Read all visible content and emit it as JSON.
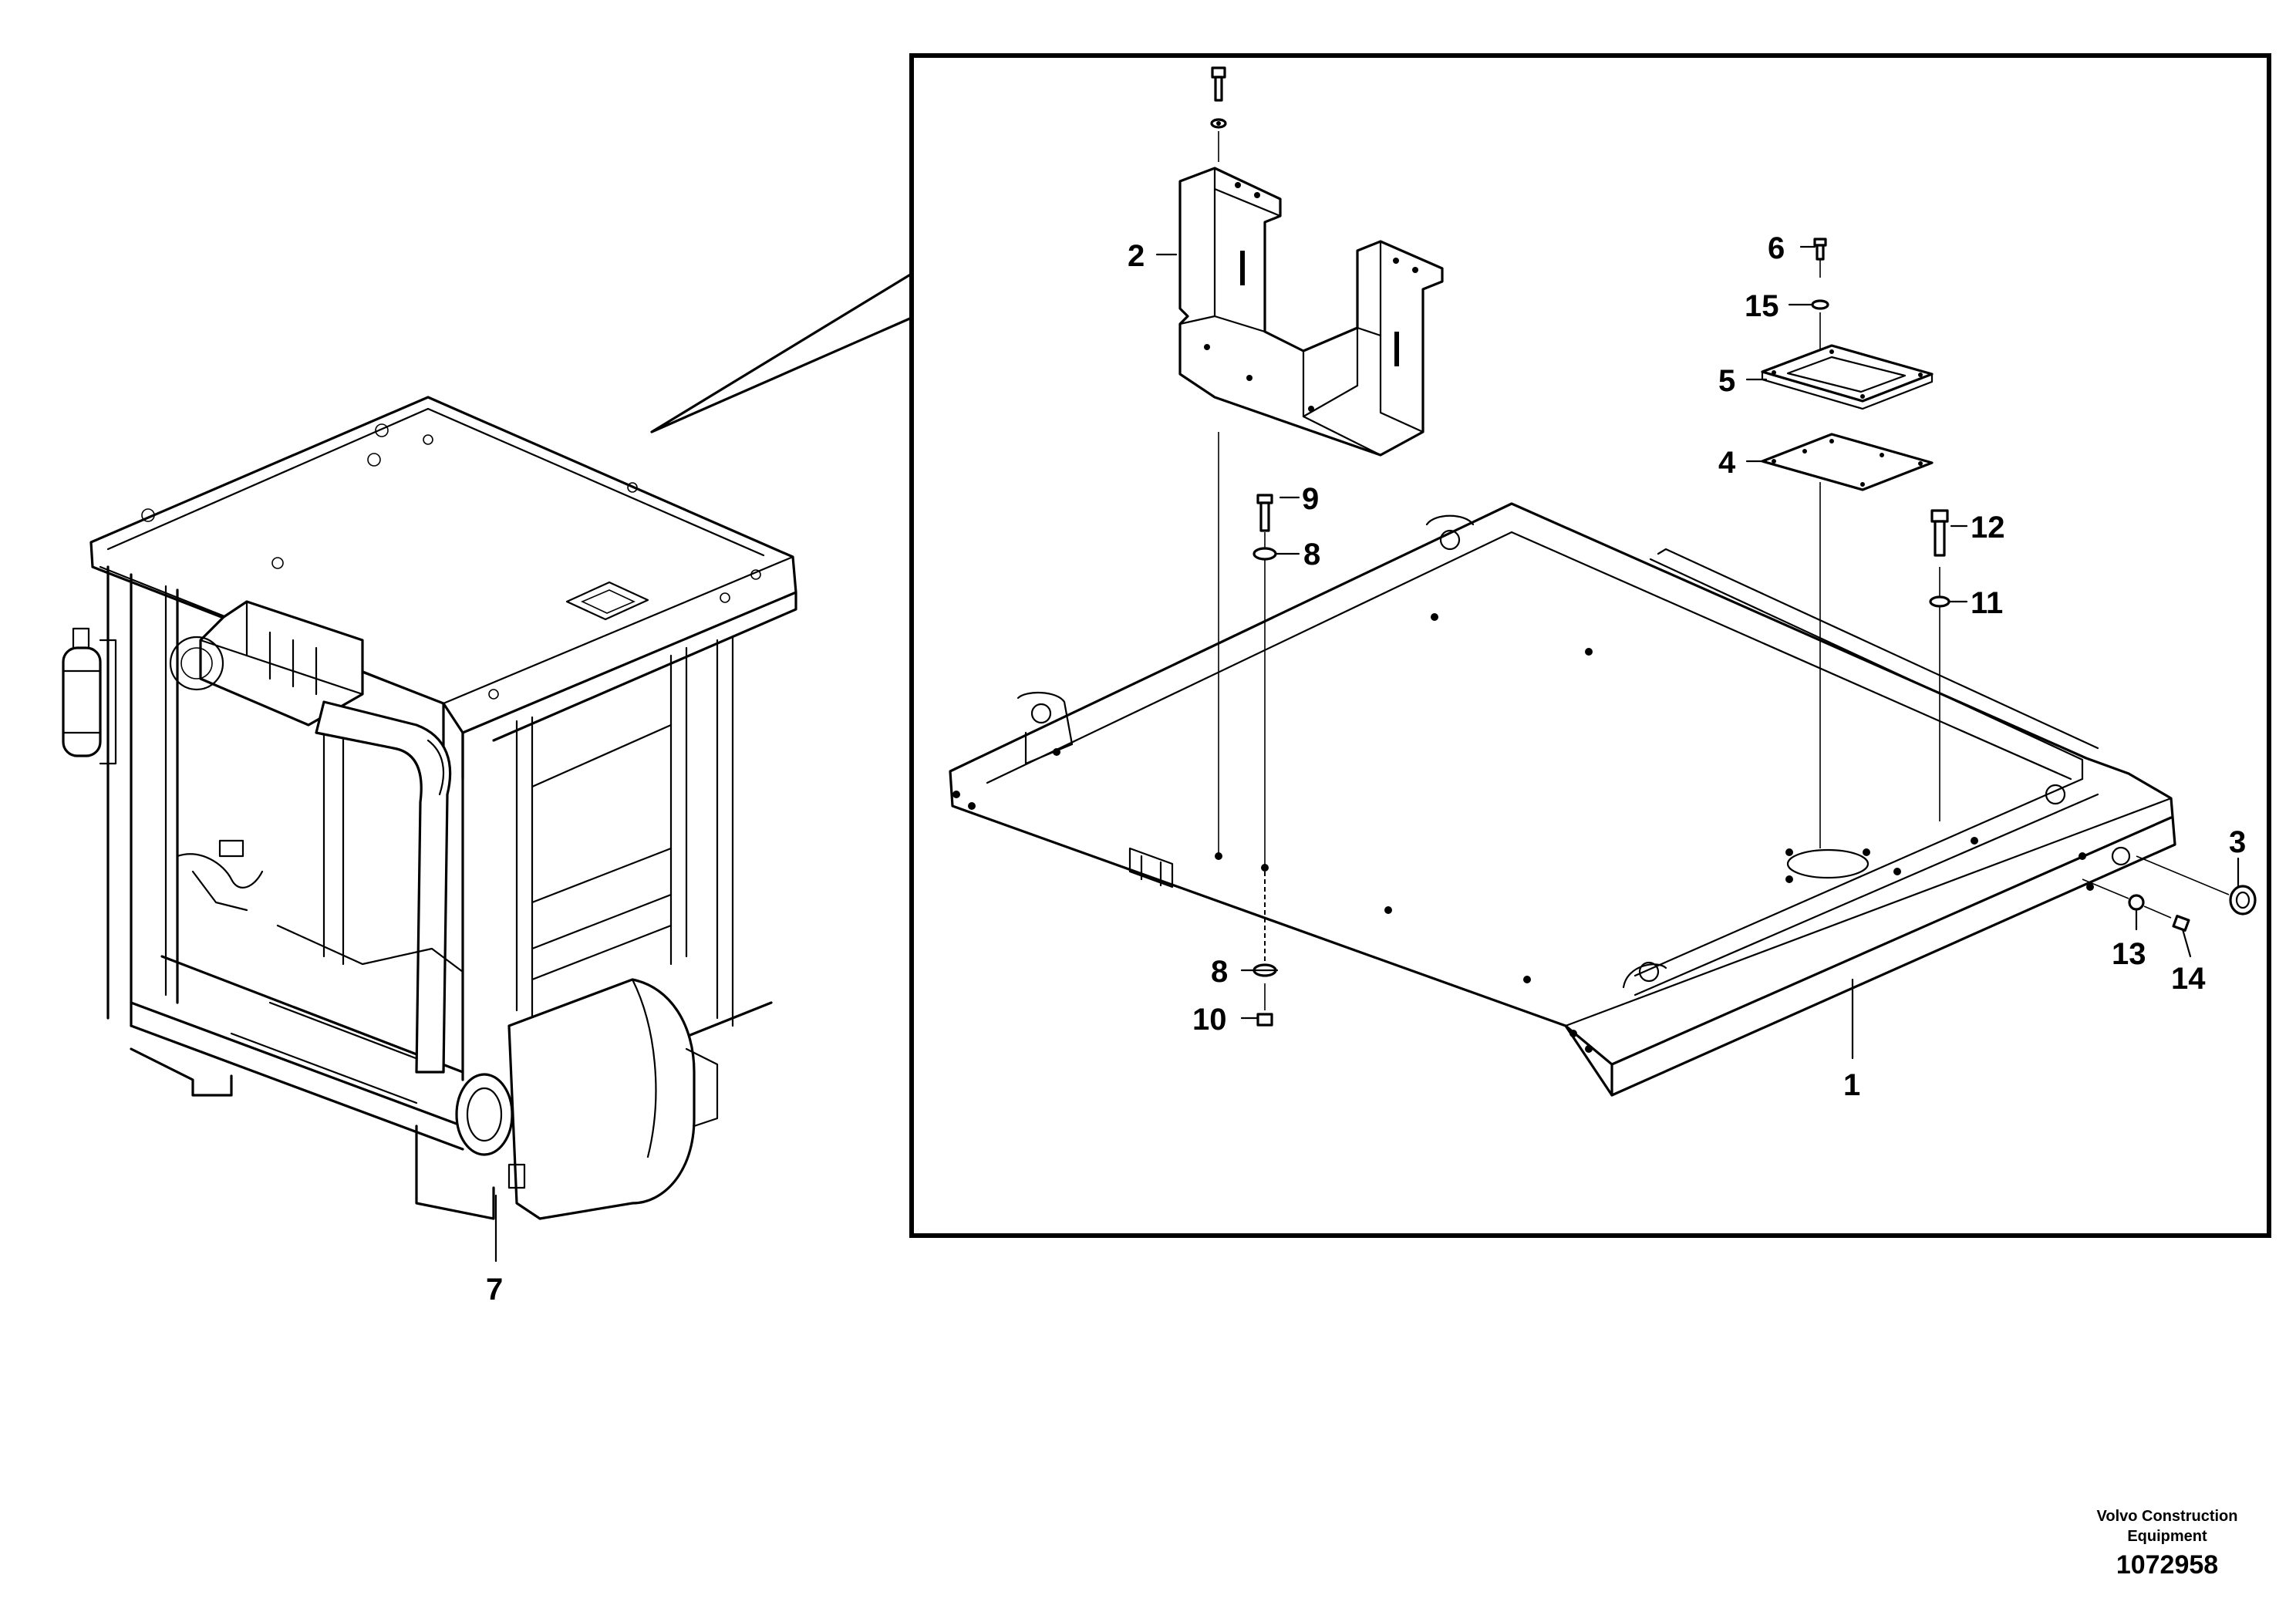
{
  "callouts": {
    "c1": "1",
    "c2": "2",
    "c3": "3",
    "c4": "4",
    "c5": "5",
    "c6": "6",
    "c7": "7",
    "c8a": "8",
    "c8b": "8",
    "c9": "9",
    "c10": "10",
    "c11": "11",
    "c12": "12",
    "c13": "13",
    "c14": "14",
    "c15": "15"
  },
  "footer": {
    "brand_line1": "Volvo Construction",
    "brand_line2": "Equipment",
    "drawing_number": "1072958"
  },
  "colors": {
    "line": "#000000",
    "background": "#ffffff"
  }
}
